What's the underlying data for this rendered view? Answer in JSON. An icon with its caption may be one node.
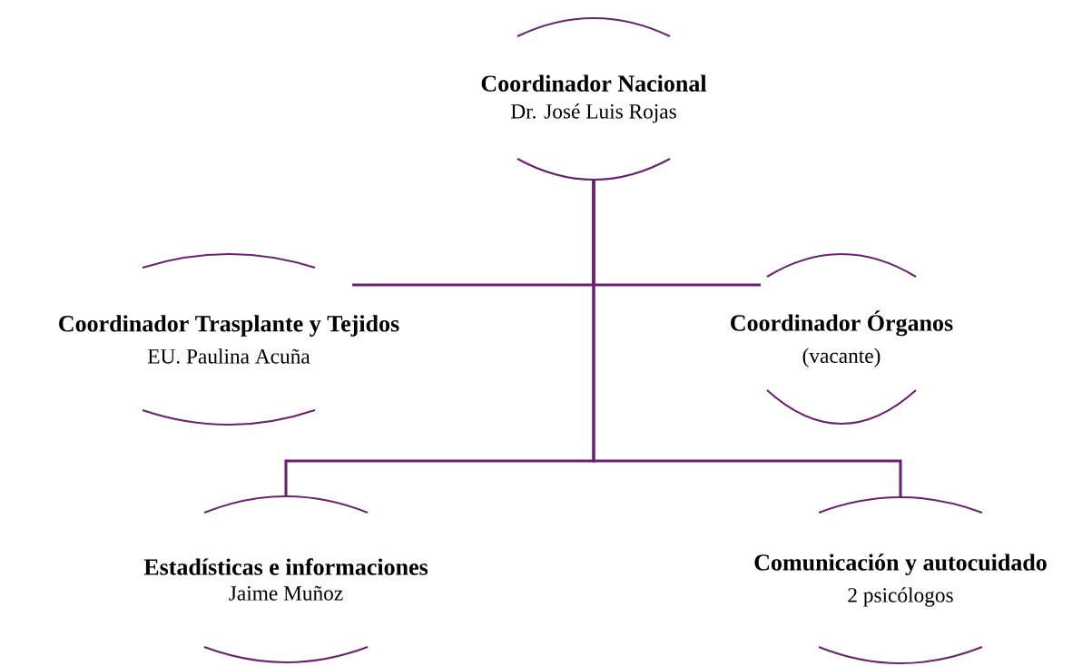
{
  "diagram": {
    "nodes": [
      {
        "text": [
          "Coordinador Nacional",
          "Dr. José Luis Rojas"
        ]
      },
      {
        "text": [
          "Coordinador Trasplante y Tejidos",
          "EU. Paulina Acuña"
        ]
      },
      {
        "text": [
          "Coordinador Órganos",
          "(vacante)"
        ]
      },
      {
        "text": [
          "Estadísticas e informaciones",
          "Jaime Muñoz"
        ]
      },
      {
        "text": [
          "Comunicación y autocuidado",
          "2 psicólogos"
        ]
      }
    ],
    "edges": [
      {
        "from": 0,
        "to": 1,
        "arrow": "none"
      },
      {
        "from": 0,
        "to": 2,
        "arrow": "none"
      },
      {
        "from": 0,
        "to": 3,
        "arrow": "none"
      },
      {
        "from": 0,
        "to": 4,
        "arrow": "none"
      }
    ]
  }
}
